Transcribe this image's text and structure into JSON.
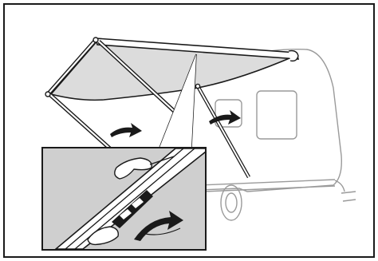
{
  "figure": {
    "description_icons": [
      "awning-diagram",
      "rv-trailer",
      "arrow-right",
      "zoom-inset",
      "hand-grip",
      "lever-latch"
    ],
    "colors": {
      "outline": "#1a1a1a",
      "canvas": "#dcdcdc",
      "trailer": "#9a9a9a",
      "inset_bg": "#cfcfcf",
      "white": "#ffffff"
    }
  }
}
